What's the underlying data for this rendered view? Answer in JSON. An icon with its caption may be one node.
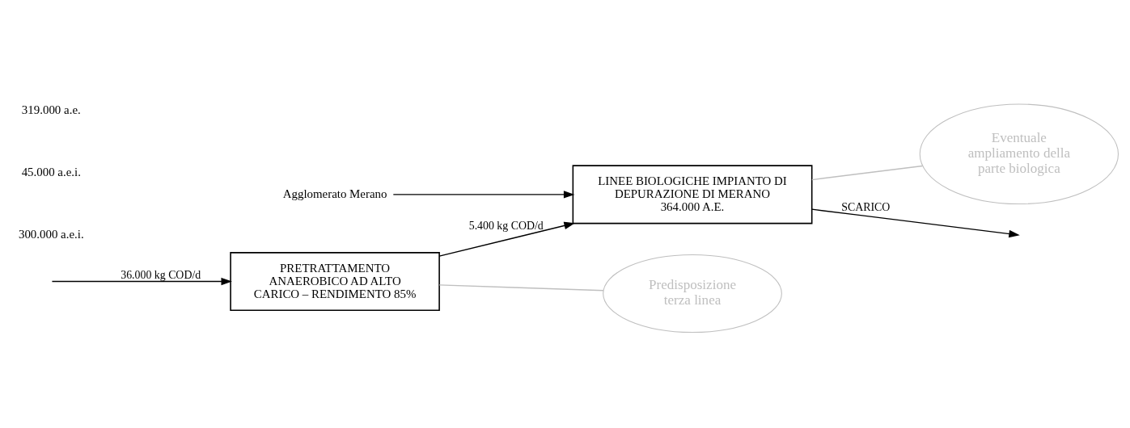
{
  "diagram": {
    "nodes": [
      {
        "text": [
          "PRETRATTAMENTO ANAEROBICO AD ALTO CARICO – RENDIMENTO 85%"
        ]
      },
      {
        "text": [
          "Predisposizione terza linea"
        ]
      },
      {
        "text": [
          "Eventuale ampliamento della parte biologica"
        ]
      },
      {
        "text": [
          "Agglomerato Merano"
        ]
      },
      {
        "text": [
          "LINEE BIOLOGICHE IMPIANTO DI DEPURAZIONE DI MERANO 364.000 A.E."
        ]
      }
    ],
    "edges": [
      {
        "from": null,
        "to": 0,
        "arrow": "to",
        "label": "36.000 kg COD/d"
      },
      {
        "from": 0,
        "to": 4,
        "arrow": "to",
        "label": "5.400 kg COD/d"
      },
      {
        "from": 3,
        "to": 4,
        "arrow": "to"
      },
      {
        "from": 4,
        "to": null,
        "arrow": "to",
        "label": "SCARICO"
      },
      {
        "from": 0,
        "to": 1,
        "arrow": "none",
        "color": "#bfbfbf"
      },
      {
        "from": 4,
        "to": 2,
        "arrow": "none",
        "color": "#bfbfbf"
      }
    ],
    "labels": [
      "300.000 a.e.i.",
      "45.000 a.e.i.",
      "319.000 a.e."
    ]
  }
}
